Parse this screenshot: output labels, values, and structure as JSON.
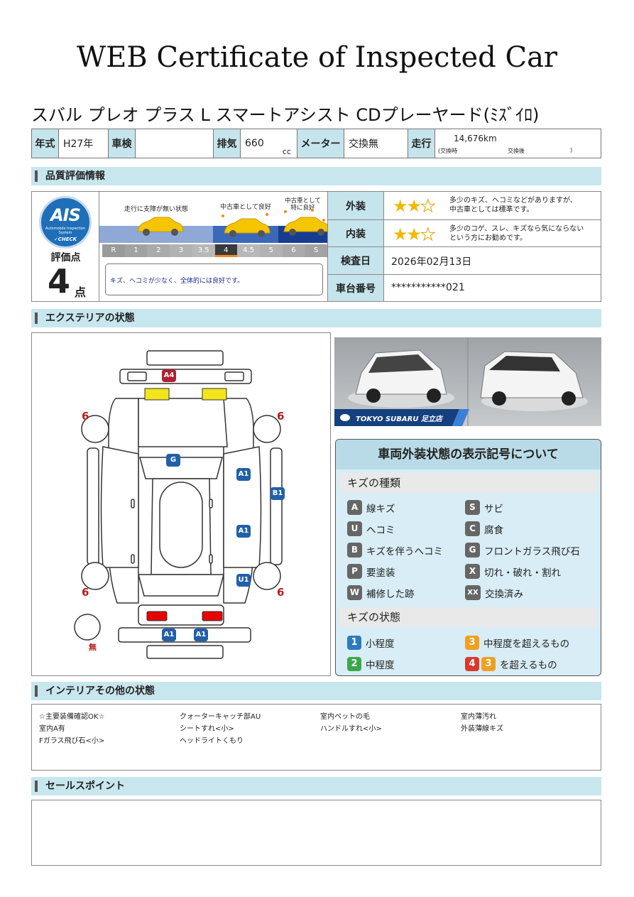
{
  "title": "WEB Certificate of Inspected Car",
  "car_name": "スバル プレオ プラス L スマートアシスト CDプレーヤード(ﾐｽﾞｲﾛ)",
  "spec": {
    "year_label": "年式",
    "year_value": "H27年",
    "shaken_label": "車検",
    "shaken_value": "",
    "displacement_label": "排気",
    "displacement_value": "660",
    "displacement_unit": "cc",
    "meter_label": "メーター",
    "meter_value": "交換無",
    "mileage_label": "走行",
    "mileage_value": "14,676km",
    "mileage_note_before": "(交換時",
    "mileage_note_after": "交換後",
    "mileage_note_close": ")"
  },
  "sections": {
    "quality": "品質評価情報",
    "exterior": "エクステリアの状態",
    "interior": "インテリアその他の状態",
    "sales": "セールスポイント"
  },
  "grade": {
    "logo_main": "AIS",
    "logo_sub": "Automobile Inspection System",
    "logo_check": "✓CHECK",
    "label": "評価点",
    "score": "4",
    "unit": "点",
    "scale_head_1": "走行に支障が無い状態",
    "scale_head_2": "中古車として良好",
    "scale_head_3a": "中古車として",
    "scale_head_3b": "特に良好",
    "scale_steps": [
      "R",
      "1",
      "2",
      "3",
      "3.5",
      "4",
      "4.5",
      "5",
      "6",
      "S"
    ],
    "selected_step": "4",
    "comment": "キズ、ヘコミが少なく、全体的には良好です。"
  },
  "evaluation": {
    "exterior_label": "外装",
    "exterior_stars": 2,
    "exterior_stars_max": 3,
    "exterior_note_1": "多少のキズ、ヘコミなどがありますが、",
    "exterior_note_2": "中古車としては標準です。",
    "interior_label": "内装",
    "interior_stars": 2,
    "interior_stars_max": 3,
    "interior_note_1": "多少のコゲ、スレ、キズなら気にならない",
    "interior_note_2": "という方にお勧めです。",
    "inspection_date_label": "検査日",
    "inspection_date": "2026年02月13日",
    "chassis_label": "車台番号",
    "chassis_number": "***********021"
  },
  "diagram": {
    "tire_marks": [
      "6",
      "6",
      "6",
      "6"
    ],
    "spare_tire_mark": "無",
    "damage_marks": [
      "A4",
      "G",
      "A1",
      "B1",
      "A1",
      "U1",
      "A1",
      "A1"
    ]
  },
  "photo": {
    "dealer": "TOKYO SUBARU 足立店"
  },
  "legend": {
    "title": "車両外装状態の表示記号について",
    "types_label": "キズの種類",
    "types": [
      {
        "code": "A",
        "text": "線キズ"
      },
      {
        "code": "S",
        "text": "サビ"
      },
      {
        "code": "U",
        "text": "ヘコミ"
      },
      {
        "code": "C",
        "text": "腐食"
      },
      {
        "code": "B",
        "text": "キズを伴うヘコミ"
      },
      {
        "code": "G",
        "text": "フロントガラス飛び石"
      },
      {
        "code": "P",
        "text": "要塗装"
      },
      {
        "code": "X",
        "text": "切れ・破れ・割れ"
      },
      {
        "code": "W",
        "text": "補修した跡"
      },
      {
        "code": "XX",
        "text": "交換済み"
      }
    ],
    "levels_label": "キズの状態",
    "levels": [
      {
        "code": "1",
        "text": "小程度",
        "color": "#2b7bc0"
      },
      {
        "code": "3",
        "text": "中程度を超えるもの",
        "color": "#f0a020"
      },
      {
        "code": "2",
        "text": "中程度",
        "color": "#3aa84a"
      },
      {
        "code": "4",
        "code2": "3",
        "text": "を超えるもの",
        "color": "#d83a2e",
        "color2": "#f0a020"
      }
    ]
  },
  "interior_items": [
    "☆主要装備確認OK☆",
    "クォーターキャッチ部AU",
    "室内ペットの毛",
    "室内薄汚れ",
    "室内A有",
    "シートすれ<小>",
    "ハンドルすれ<小>",
    "外装薄線キズ",
    "Fガラス飛び石<小>",
    "ヘッドライトくもり"
  ],
  "colors": {
    "header_bg": "#c8e6ee",
    "accent_blue": "#1e6fb8",
    "star": "#f0b800"
  }
}
